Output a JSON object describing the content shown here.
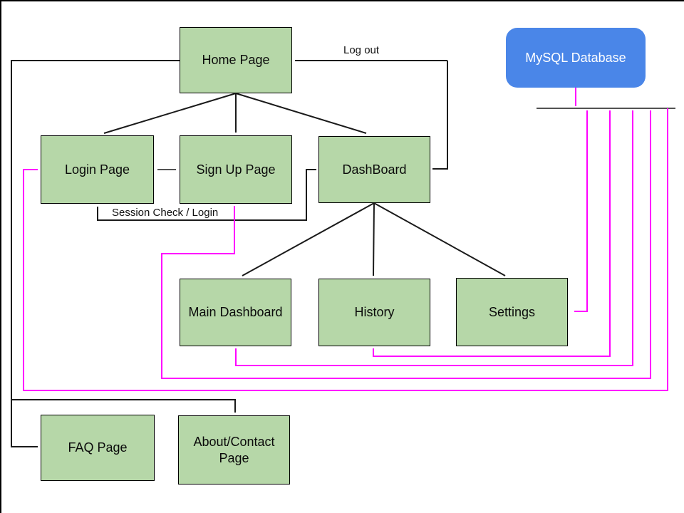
{
  "diagram": {
    "title": "Website page-flow diagram with MySQL database connections",
    "nodes": {
      "home": {
        "label": "Home Page"
      },
      "login": {
        "label": "Login Page"
      },
      "signup": {
        "label": "Sign Up Page"
      },
      "dashboard": {
        "label": "DashBoard"
      },
      "main_dashboard": {
        "label": "Main Dashboard"
      },
      "history": {
        "label": "History"
      },
      "settings": {
        "label": "Settings"
      },
      "faq": {
        "label": "FAQ Page"
      },
      "about": {
        "label": "About/Contact Page"
      },
      "mysql": {
        "label": "MySQL Database"
      }
    },
    "edge_labels": {
      "logout": "Log out",
      "session_check": "Session Check / Login"
    },
    "colors": {
      "page_node_fill": "#b6d7a8",
      "node_border": "#000000",
      "database_fill": "#4a86e8",
      "database_text": "#ffffff",
      "black_connector": "#1a1a1a",
      "magenta_connector": "#ff00ff",
      "background": "#ffffff"
    }
  }
}
